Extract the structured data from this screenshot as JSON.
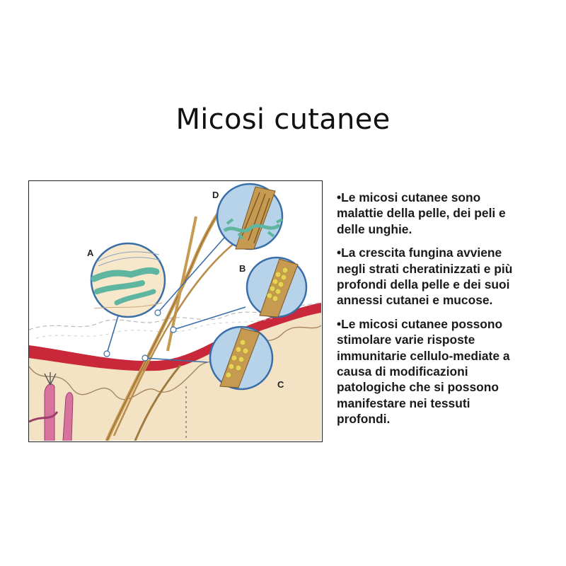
{
  "slide": {
    "title": "Micosi cutanee",
    "bullets": [
      "•Le micosi cutanee sono\nmalattie della pelle, dei peli e\ndelle unghie.",
      "•La crescita fungina avviene\nnegli strati cheratinizzati  e più\nprofondi della pelle e dei suoi\nannessi cutanei e mucose.",
      "•Le micosi cutanee possono\nstimolare varie risposte\nimmunitarie cellulo-mediate a\ncausa di modificazioni\npatologiche che si possono\nmanifestare nei tessuti\nprofondi."
    ]
  },
  "figure": {
    "panel_labels": {
      "a": "A",
      "b": "B",
      "c": "C",
      "d": "D"
    },
    "colors": {
      "epidermis": "#c8283a",
      "dermis": "#f3e3c4",
      "hair": "#c79a52",
      "inset_bg": "#b7d3ea",
      "hyphae": "#5fb6a0",
      "spores": "#e8d35a",
      "vessel": "#d8739e"
    }
  }
}
